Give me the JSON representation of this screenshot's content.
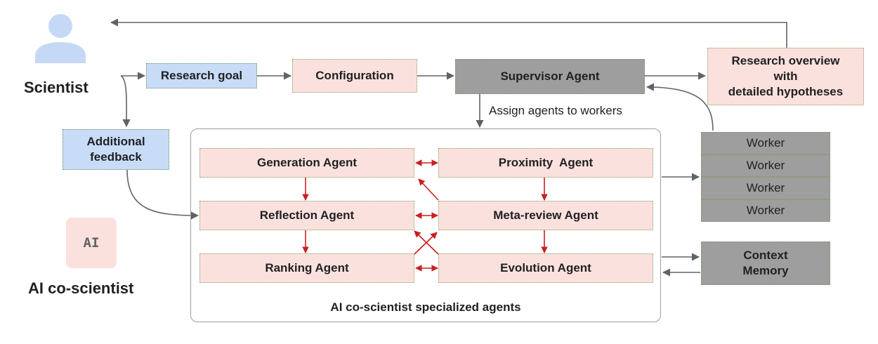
{
  "scientist": {
    "label": "Scientist"
  },
  "ai_block": {
    "badge": "AI",
    "label": "AI co-scientist"
  },
  "boxes": {
    "research_goal": "Research goal",
    "configuration": "Configuration",
    "supervisor": "Supervisor Agent",
    "overview_line1": "Research overview",
    "overview_line2": "with",
    "overview_line3": "detailed hypotheses",
    "feedback_line1": "Additional",
    "feedback_line2": "feedback",
    "context_line1": "Context",
    "context_line2": "Memory"
  },
  "assign_label": "Assign agents to workers",
  "agents": {
    "generation": "Generation Agent",
    "proximity": "Proximity  Agent",
    "reflection": "Reflection Agent",
    "meta_review": "Meta-review Agent",
    "ranking": "Ranking Agent",
    "evolution": "Evolution Agent"
  },
  "panel_title": "AI co-scientist specialized agents",
  "workers": [
    "Worker",
    "Worker",
    "Worker",
    "Worker"
  ],
  "colors": {
    "pink_fill": "#fbe1dd",
    "blue_fill": "#c8dcf7",
    "gray_fill": "#9e9e9e",
    "person_icon": "#c5d9f6",
    "red_arrow": "#cc1f1f",
    "gray_arrow": "#5f6368"
  }
}
